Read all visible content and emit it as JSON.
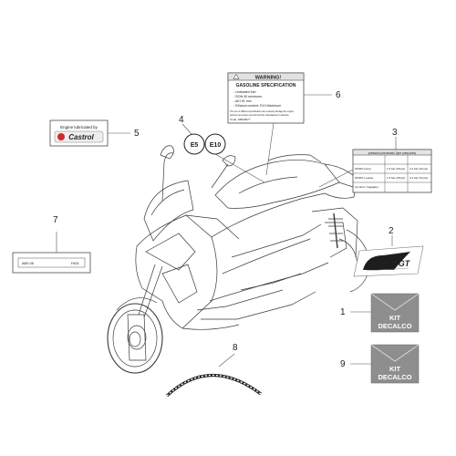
{
  "callouts": [
    "1",
    "2",
    "3",
    "4",
    "5",
    "6",
    "7",
    "8",
    "9"
  ],
  "castrol": {
    "line1": "Engine lubricated by",
    "brand": "Castrol"
  },
  "fuel_badges": [
    "E5",
    "E10"
  ],
  "warning": {
    "title": "WARNING!",
    "heading": "GASOLINE SPECIFICATION",
    "lines": [
      "- Unleaded fuel",
      "- RON 95 minimum",
      "- AKI 91 min",
      "- Ethanol content: E10 Maximum"
    ],
    "note1": "The use of different specification can seriously damage the engine",
    "note2": "and the fuel system and will void the manufacturer's warranty",
    "code": "Code: 1B000077"
  },
  "tyre_label": {
    "header": "pressioni pneumatici (tyre pressures)",
    "rows": [
      "SPIRO (solo)",
      "SPIRO (+pass)",
      "(Confort / bagaglio)"
    ],
    "c1": "1.9 bar (28 psi)",
    "c2": "2.2 bar (32 psi)"
  },
  "abs_label": {
    "left": "ABS 06",
    "right": "FA01"
  },
  "kit": {
    "line1": "KIT",
    "line2": "DECALCO"
  },
  "logo_text": "SGT",
  "colors": {
    "kit_grey": "#8e8e8e",
    "line": "#555555",
    "castrol_red": "#d22a2a"
  }
}
